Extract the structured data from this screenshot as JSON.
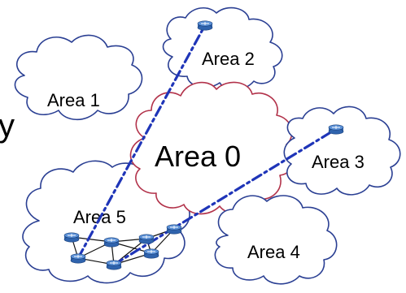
{
  "areas": {
    "area0": "Area 0",
    "area1": "Area 1",
    "area2": "Area 2",
    "area3": "Area 3",
    "area4": "Area 4",
    "area5": "Area 5"
  },
  "partial_glyph": "y",
  "colors": {
    "cloud_outline": "#2a3f93",
    "backbone_outline": "#b2324a",
    "virtual_link": "#1f35b8",
    "router": "#3f77c8"
  },
  "icons": {
    "router": "router-icon"
  }
}
